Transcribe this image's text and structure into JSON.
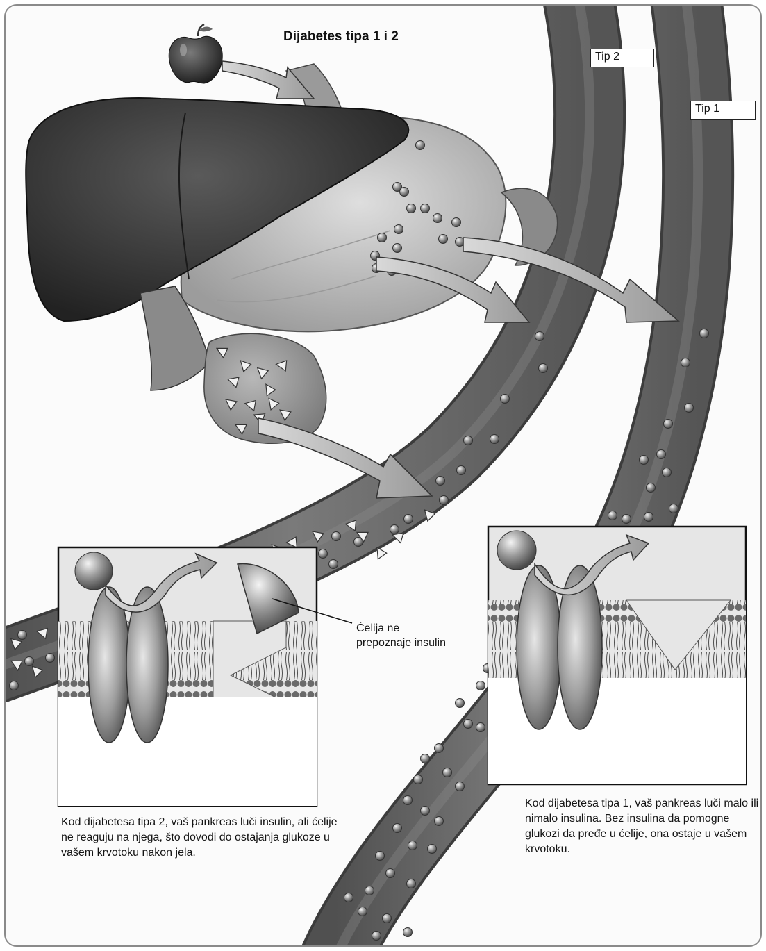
{
  "title": "Dijabetes tipa 1 i 2",
  "labels": {
    "type2": "Tip 2",
    "type1": "Tip 1",
    "callout": "Ćelija ne prepoznaje insulin"
  },
  "captions": {
    "type2": "Kod dijabetesa tipa 2, vaš pankreas luči insulin, ali ćelije ne reaguju na njega, što dovodi do ostajanja glukoze u vašem krvotoku nakon jela.",
    "type1": "Kod dijabetesa tipa 1, vaš pankreas luči malo ili nimalo insulina. Bez insulina da pomogne glukozi da pređe u ćelije, ona ostaje u vašem krvotoku."
  },
  "colors": {
    "vessel": "#6e6e6e",
    "liver": "#3a3a3a",
    "stomach": "#bdbdbd",
    "membrane": "#555555",
    "background": "#fbfbfb"
  },
  "icons": [
    "apple-icon",
    "glucose-molecule-icon",
    "insulin-molecule-icon",
    "receptor-icon",
    "arrow-icon"
  ]
}
